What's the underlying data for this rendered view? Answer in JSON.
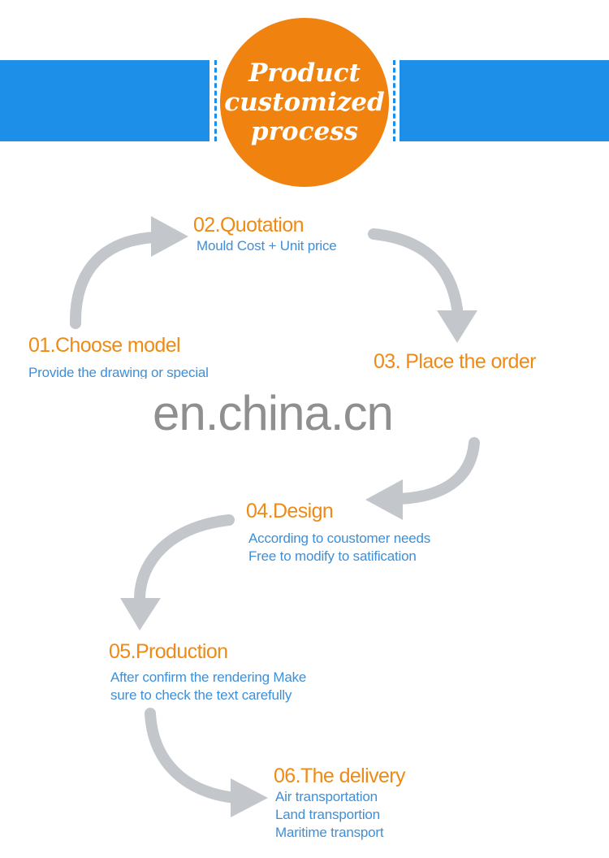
{
  "title": "Product customized process",
  "watermark": "en.china.cn",
  "colors": {
    "banner": "#1e8fe8",
    "circle": "#f0820f",
    "step_title": "#ee8a16",
    "step_desc": "#3d8fd9",
    "arrow": "#c3c7cc"
  },
  "steps": [
    {
      "title": "01.Choose model",
      "lines": [
        "Provide the drawing or special"
      ]
    },
    {
      "title": "02.Quotation",
      "lines": [
        "Mould Cost + Unit price"
      ]
    },
    {
      "title": "03. Place the order",
      "lines": []
    },
    {
      "title": "04.Design",
      "lines": [
        "According to coustomer needs",
        "Free to modify to satification"
      ]
    },
    {
      "title": "05.Production",
      "lines": [
        "After confirm the rendering Make",
        "sure to check the text carefully"
      ]
    },
    {
      "title": "06.The delivery",
      "lines": [
        "Air transportation",
        "Land transportion",
        "Maritime transport"
      ]
    }
  ]
}
